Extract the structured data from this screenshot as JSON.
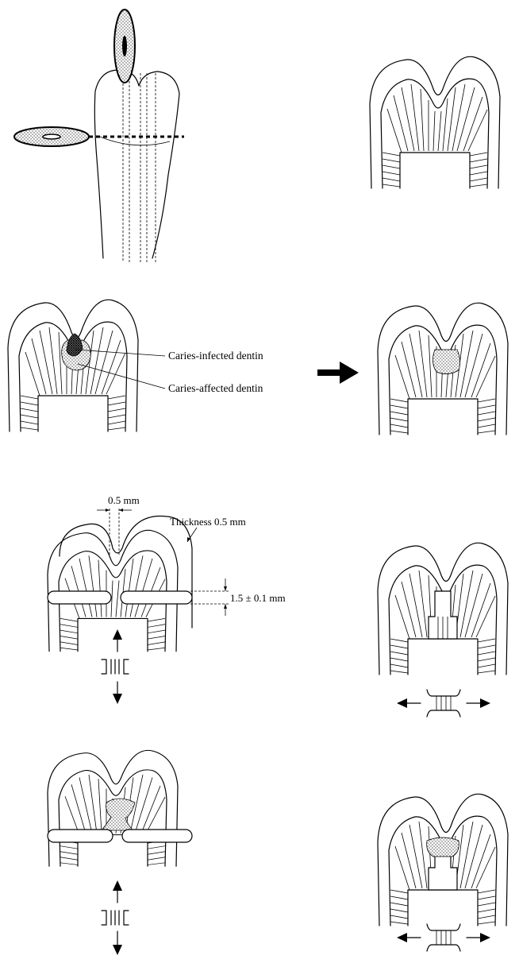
{
  "labels": {
    "caries_infected": "Caries-infected dentin",
    "caries_affected": "Caries-affected dentin",
    "gap": "0.5 mm",
    "thickness": "Thickness 0.5 mm",
    "height": "1.5 ± 0.1 mm"
  },
  "colors": {
    "line": "#000000",
    "background": "#ffffff",
    "stipple": "#000000"
  }
}
